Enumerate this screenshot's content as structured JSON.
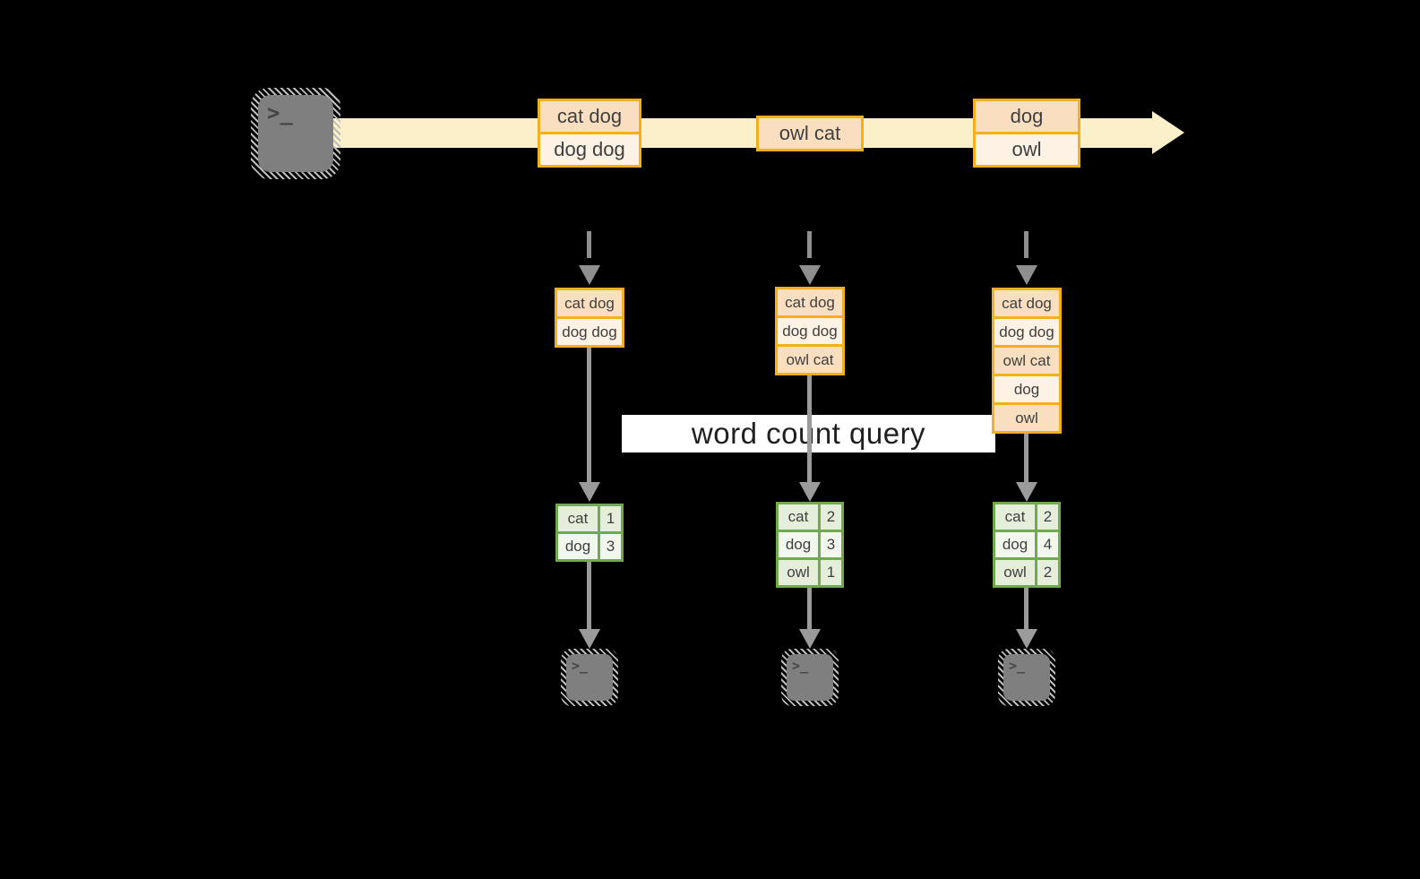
{
  "query_label": "word count query",
  "glyphs": {
    "terminal_prompt": ">_"
  },
  "stream": {
    "batches": [
      {
        "records": [
          "cat dog",
          "dog dog"
        ]
      },
      {
        "records": [
          "owl cat"
        ]
      },
      {
        "records": [
          "dog",
          "owl"
        ]
      }
    ]
  },
  "pipelines": [
    {
      "state_records": [
        "cat dog",
        "dog dog"
      ],
      "counts": [
        {
          "word": "cat",
          "value": 1
        },
        {
          "word": "dog",
          "value": 3
        }
      ]
    },
    {
      "state_records": [
        "cat dog",
        "dog dog",
        "owl cat"
      ],
      "counts": [
        {
          "word": "cat",
          "value": 2
        },
        {
          "word": "dog",
          "value": 3
        },
        {
          "word": "owl",
          "value": 1
        }
      ]
    },
    {
      "state_records": [
        "cat dog",
        "dog dog",
        "owl cat",
        "dog",
        "owl"
      ],
      "counts": [
        {
          "word": "cat",
          "value": 2
        },
        {
          "word": "dog",
          "value": 4
        },
        {
          "word": "owl",
          "value": 2
        }
      ]
    }
  ],
  "colors": {
    "canvas_bg": "#000000",
    "stream_fill": "#fbf0ca",
    "orange_border": "#f2b01e",
    "peach_dark": "#f9dfc0",
    "peach_light": "#fdf2e3",
    "green_border": "#71a950",
    "green_dark": "#e4eeda",
    "green_light": "#f2f7ee",
    "arrow_gray": "#9b9b9b",
    "dash_gray": "#8f8f8f",
    "terminal_fill": "#7f7f7f",
    "hatch_gray": "#bcbcbc",
    "text_dark": "#3f3f3f",
    "label_bg": "#ffffff",
    "label_text": "#1f1f1f"
  }
}
